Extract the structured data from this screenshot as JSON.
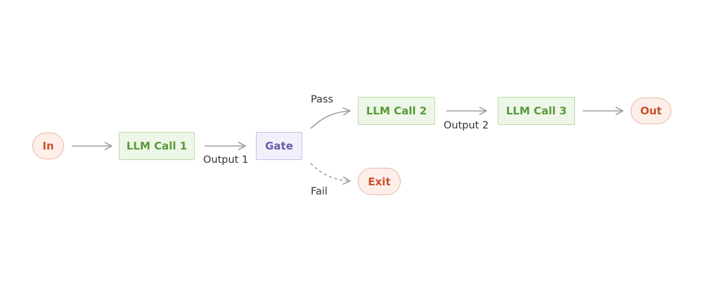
{
  "colors": {
    "terminal_text": "#c8532f",
    "terminal_fill": "#fdeee9",
    "llm_text": "#5a9a3a",
    "llm_fill": "#edf6e8",
    "gate_text": "#6b5aa8",
    "gate_fill": "#f2f0fb",
    "edge": "#a0a0a0",
    "label": "#333333"
  },
  "nodes": {
    "in": "In",
    "llm1": "LLM Call 1",
    "gate": "Gate",
    "llm2": "LLM Call 2",
    "llm3": "LLM Call 3",
    "out": "Out",
    "exit": "Exit"
  },
  "edges": {
    "output1": "Output 1",
    "output2": "Output 2",
    "pass": "Pass",
    "fail": "Fail"
  }
}
